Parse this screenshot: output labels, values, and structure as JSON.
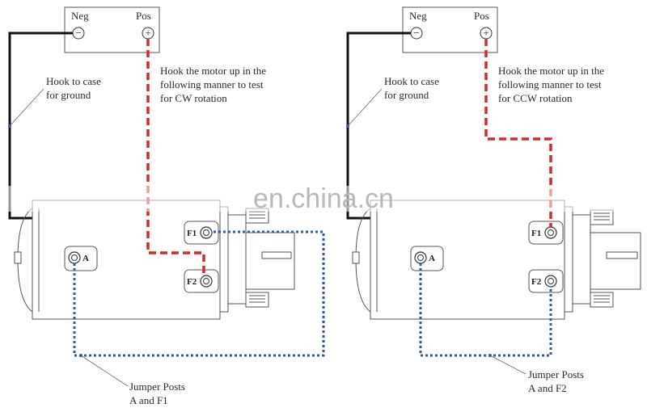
{
  "left": {
    "battery": {
      "neg_label": "Neg",
      "pos_label": "Pos",
      "neg_symbol": "−",
      "pos_symbol": "+"
    },
    "ground_note": [
      "Hook to case",
      "for ground"
    ],
    "instruction": [
      "Hook the motor up in the",
      "following manner to test",
      "for CW rotation"
    ],
    "posts": {
      "a": "A",
      "f1": "F1",
      "f2": "F2"
    },
    "jumper_note": [
      "Jumper Posts",
      "A and F1"
    ]
  },
  "right": {
    "battery": {
      "neg_label": "Neg",
      "pos_label": "Pos",
      "neg_symbol": "−",
      "pos_symbol": "+"
    },
    "ground_note": [
      "Hook to case",
      "for ground"
    ],
    "instruction": [
      "Hook the motor up in the",
      "following manner to test",
      "for CCW rotation"
    ],
    "posts": {
      "a": "A",
      "f1": "F1",
      "f2": "F2"
    },
    "jumper_note": [
      "Jumper Posts",
      "A and F2"
    ]
  },
  "watermark": "en.china.cn",
  "colors": {
    "positive_wire": "#d42a2a",
    "jumper_wire": "#2f5d9e",
    "ground_wire": "#111111",
    "outline": "#555555"
  }
}
